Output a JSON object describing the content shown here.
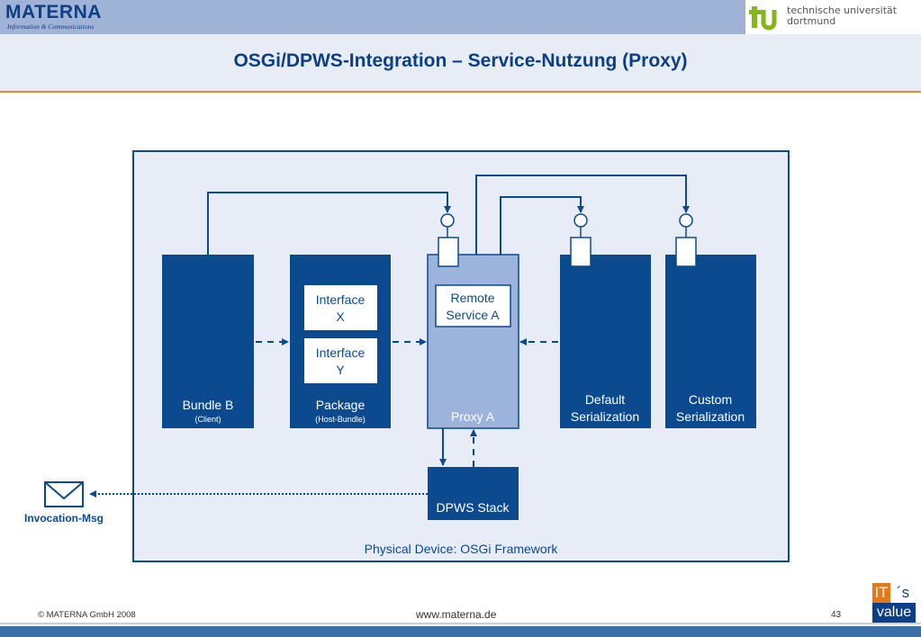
{
  "header": {
    "logo": "MATERNA",
    "logo_tagline": "Information & Communications",
    "university_line1": "technische universität",
    "university_line2": "dortmund"
  },
  "title": "OSGi/DPWS-Integration – Service-Nutzung (Proxy)",
  "diagram": {
    "frame_label": "Physical Device: OSGi Framework",
    "bundle_b": {
      "label": "Bundle B",
      "sublabel": "(Client)"
    },
    "package": {
      "label": "Package",
      "sublabel": "(Host-Bundle)",
      "interface_x": [
        "Interface",
        "X"
      ],
      "interface_y": [
        "Interface",
        "Y"
      ]
    },
    "proxy_a": {
      "label": "Proxy A",
      "remote_service": [
        "Remote",
        "Service A"
      ]
    },
    "default_serialization": [
      "Default",
      "Serialization"
    ],
    "custom_serialization": [
      "Custom",
      "Serialization"
    ],
    "dpws_stack": "DPWS Stack",
    "invocation_msg": "Invocation-Msg",
    "colors": {
      "dark_blue": "#0b4a8f",
      "proxy_fill": "#9cb4dc",
      "frame_fill": "#e7ecf6",
      "frame_border": "#0b4a8f"
    }
  },
  "footer": {
    "copyright": "© MATERNA GmbH 2008",
    "website": "www.materna.de",
    "page": "43",
    "badge_it": "IT",
    "badge_s": "´s",
    "badge_value": "value"
  }
}
